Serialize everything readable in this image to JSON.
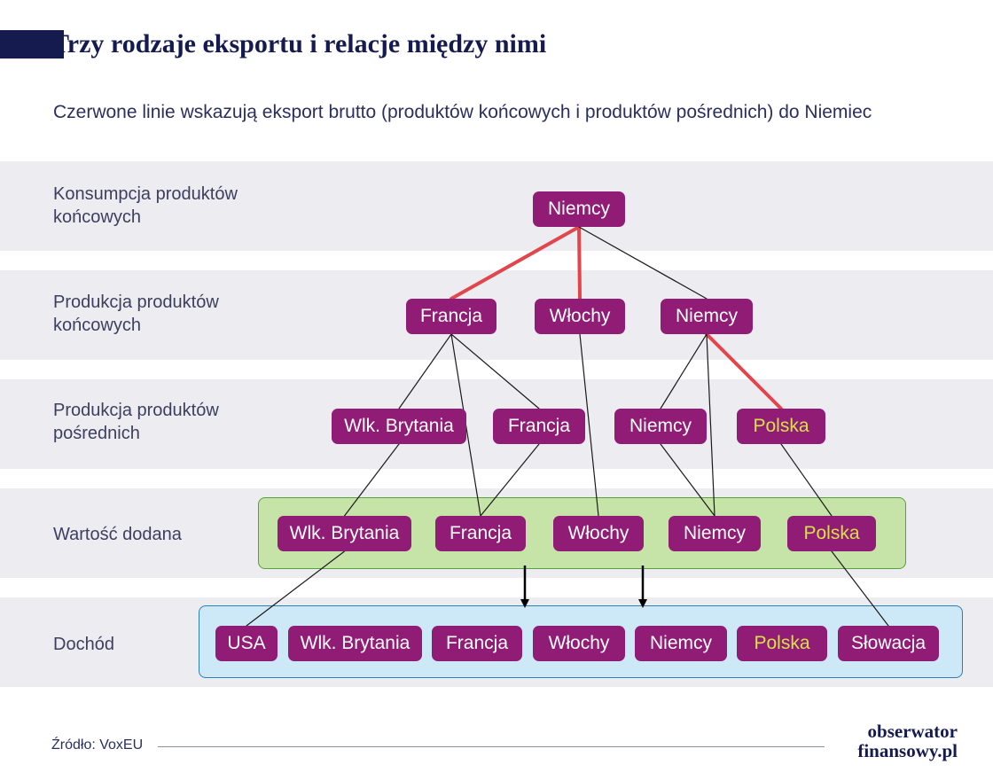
{
  "header": {
    "title": "Trzy rodzaje eksportu i relacje między nimi",
    "subtitle": "Czerwone linie wskazują eksport brutto (produktów końcowych i produktów pośrednich) do Niemiec"
  },
  "rows": {
    "final_consumption": [
      "Konsumpcja produktów",
      "końcowych"
    ],
    "final_production": [
      "Produkcja produktów",
      "końcowych"
    ],
    "intermediate_production": [
      "Produkcja produktów",
      "pośrednich"
    ],
    "value_added": "Wartość dodana",
    "income": "Dochód"
  },
  "nodes": {
    "consumption_germany": "Niemcy",
    "final_france": "Francja",
    "final_italy": "Włochy",
    "final_germany": "Niemcy",
    "inter_uk": "Wlk. Brytania",
    "inter_france": "Francja",
    "inter_germany": "Niemcy",
    "inter_poland": "Polska",
    "va_uk": "Wlk. Brytania",
    "va_france": "Francja",
    "va_italy": "Włochy",
    "va_germany": "Niemcy",
    "va_poland": "Polska",
    "inc_usa": "USA",
    "inc_uk": "Wlk. Brytania",
    "inc_france": "Francja",
    "inc_italy": "Włochy",
    "inc_germany": "Niemcy",
    "inc_poland": "Polska",
    "inc_slovakia": "Słowacja"
  },
  "edges": [
    {
      "from": "consumption_germany",
      "to": "final_france",
      "gross_export_to_germany": true
    },
    {
      "from": "consumption_germany",
      "to": "final_italy",
      "gross_export_to_germany": true
    },
    {
      "from": "consumption_germany",
      "to": "final_germany",
      "gross_export_to_germany": false
    },
    {
      "from": "final_germany",
      "to": "inter_poland",
      "gross_export_to_germany": true
    },
    {
      "from": "final_france",
      "to": "inter_uk",
      "gross_export_to_germany": false
    },
    {
      "from": "final_france",
      "to": "inter_france",
      "gross_export_to_germany": false
    },
    {
      "from": "final_france",
      "to": "va_france",
      "gross_export_to_germany": false
    },
    {
      "from": "final_italy",
      "to": "va_italy",
      "gross_export_to_germany": false
    },
    {
      "from": "final_germany",
      "to": "inter_germany",
      "gross_export_to_germany": false
    },
    {
      "from": "final_germany",
      "to": "va_germany",
      "gross_export_to_germany": false
    },
    {
      "from": "inter_uk",
      "to": "va_uk",
      "gross_export_to_germany": false
    },
    {
      "from": "inter_france",
      "to": "va_france",
      "gross_export_to_germany": false
    },
    {
      "from": "inter_germany",
      "to": "va_germany",
      "gross_export_to_germany": false
    },
    {
      "from": "inter_poland",
      "to": "va_poland",
      "gross_export_to_germany": false
    },
    {
      "from": "va_uk",
      "to": "inc_usa",
      "gross_export_to_germany": false
    },
    {
      "from": "va_poland",
      "to": "inc_slovakia",
      "gross_export_to_germany": false
    }
  ],
  "highlighted_countries": [
    "inter_poland",
    "va_poland",
    "inc_poland"
  ],
  "colors": {
    "node_fill": "#901c75",
    "node_text": "#ffffff",
    "node_text_highlight": "#d8e04a",
    "gross_export_line": "#e0464c",
    "link_line": "#1a1a1a",
    "value_added_box": "#c6e3a8",
    "income_box": "#cde8f6",
    "title": "#151a4f"
  },
  "footer": {
    "source": "Źródło: VoxEU",
    "logo_line1": "obserwator",
    "logo_line2": "finansowy.pl"
  }
}
